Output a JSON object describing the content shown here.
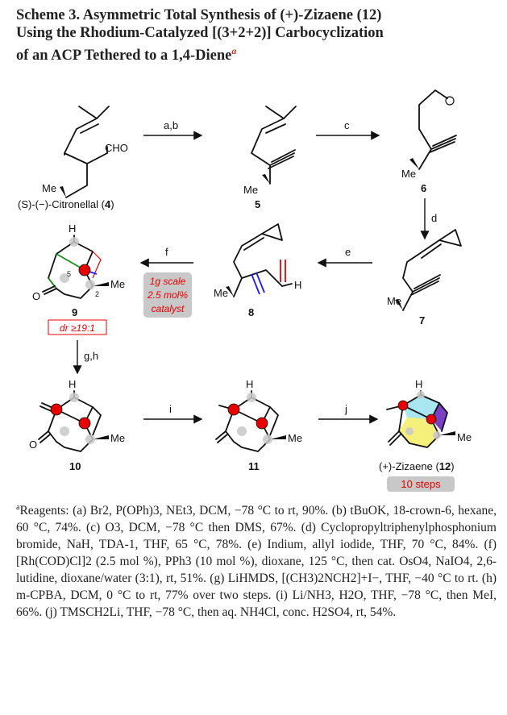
{
  "title": {
    "line1": "Scheme 3. Asymmetric Total Synthesis of (+)-Zizaene (12)",
    "line2": "Using the Rhodium-Catalyzed [(3+2+2)] Carbocyclization",
    "line3": "of an ACP Tethered to a 1,4-Diene",
    "footnote_mark": "a"
  },
  "compounds": {
    "c4": {
      "name": "(S)-(−)-Citronellal (",
      "number": "4",
      "close": ")",
      "cho": "CHO",
      "me": "Me"
    },
    "c5": {
      "number": "5",
      "me": "Me"
    },
    "c6": {
      "number": "6",
      "me": "Me"
    },
    "c7": {
      "number": "7",
      "me": "Me"
    },
    "c8": {
      "number": "8",
      "me": "Me",
      "h": "H"
    },
    "c9": {
      "number": "9",
      "me": "Me",
      "h": "H",
      "o": "O",
      "pos5": "5",
      "pos2": "2",
      "dr": "dr ≥19:1"
    },
    "c10": {
      "number": "10",
      "me": "Me",
      "h": "H",
      "o": "O"
    },
    "c11": {
      "number": "11",
      "me": "Me",
      "h": "H"
    },
    "c12": {
      "name": "(+)-Zizaene (",
      "number": "12",
      "close": ")",
      "me": "Me",
      "h": "H",
      "badge": "10 steps"
    }
  },
  "steps": {
    "ab": "a,b",
    "c": "c",
    "d": "d",
    "e": "e",
    "f": "f",
    "gh": "g,h",
    "i": "i",
    "j": "j",
    "f_note": [
      "1g scale",
      "2.5 mol%",
      "catalyst"
    ]
  },
  "reagents": {
    "text": "Reagents: (a) Br2, P(OPh)3, NEt3, DCM, −78 °C to rt, 90%. (b) tBuOK, 18-crown-6, hexane, 60 °C, 74%. (c) O3, DCM, −78 °C then DMS, 67%. (d) Cyclopropyltriphenylphosphonium bromide, NaH, TDA-1, THF, 65 °C, 78%. (e) Indium, allyl iodide, THF, 70 °C, 84%. (f) [Rh(COD)Cl]2 (2.5 mol %), PPh3 (10 mol %), dioxane, 125 °C, then cat. OsO4, NaIO4, 2,6-lutidine, dioxane/water (3:1), rt, 51%. (g) LiHMDS, [(CH3)2NCH2]+I−, THF, −40 °C to rt. (h) m-CPBA, DCM, 0 °C to rt, 77% over two steps. (i) Li/NH3, H2O, THF, −78 °C, then MeI, 66%. (j) TMSCH2Li, THF, −78 °C, then aq. NH4Cl, conc. H2SO4, rt, 54%."
  },
  "colors": {
    "highlight_red": "#e60000",
    "badge_gray": "#c8c8c8",
    "blue_bond": "#1a1aff",
    "zizaene_cyan": "#a9e6ef",
    "zizaene_purple": "#7b3fc4",
    "zizaene_yellow": "#f5f07a"
  }
}
